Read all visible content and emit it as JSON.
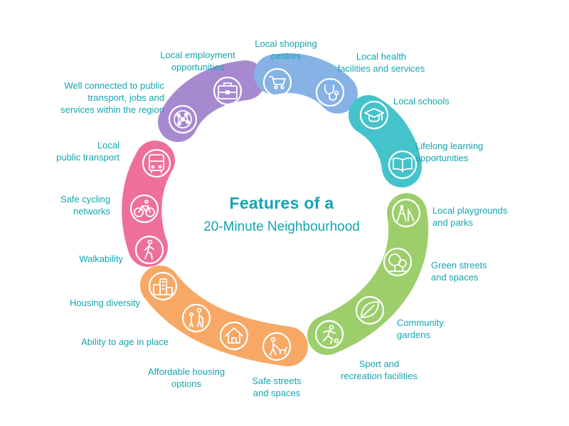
{
  "title": {
    "line1": "Features of a",
    "line2": "20-Minute Neighbourhood"
  },
  "colors": {
    "text": "#12a6b0",
    "purple": "#a689cf",
    "blue": "#86b2e6",
    "teal": "#45c3cb",
    "green": "#9ccf6c",
    "orange": "#f7a864",
    "pink": "#ee6f98"
  },
  "segments": [
    {
      "name": "purple",
      "color": "#a689cf"
    },
    {
      "name": "blue",
      "color": "#86b2e6"
    },
    {
      "name": "teal",
      "color": "#45c3cb"
    },
    {
      "name": "green",
      "color": "#9ccf6c"
    },
    {
      "name": "orange",
      "color": "#f7a864"
    },
    {
      "name": "pink",
      "color": "#ee6f98"
    }
  ],
  "features": [
    {
      "label": "Local shopping\ncentres",
      "icon": "shopping-cart-icon"
    },
    {
      "label": "Local health\nfacilities and services",
      "icon": "stethoscope-icon"
    },
    {
      "label": "Local schools",
      "icon": "graduation-cap-icon"
    },
    {
      "label": "Lifelong learning\nopportunities",
      "icon": "open-book-icon"
    },
    {
      "label": "Local playgrounds\nand parks",
      "icon": "playground-icon"
    },
    {
      "label": "Green streets\nand spaces",
      "icon": "trees-icon"
    },
    {
      "label": "Community\ngardens",
      "icon": "leaf-icon"
    },
    {
      "label": "Sport and\nrecreation facilities",
      "icon": "runner-icon"
    },
    {
      "label": "Safe streets\nand spaces",
      "icon": "dog-walker-icon"
    },
    {
      "label": "Affordable housing\noptions",
      "icon": "house-icon"
    },
    {
      "label": "Ability to age in place",
      "icon": "elderly-person-icon"
    },
    {
      "label": "Housing diversity",
      "icon": "buildings-icon"
    },
    {
      "label": "Walkability",
      "icon": "walking-person-icon"
    },
    {
      "label": "Safe cycling\nnetworks",
      "icon": "bicycle-icon"
    },
    {
      "label": "Local\npublic transport",
      "icon": "bus-icon"
    },
    {
      "label": "Well connected to public\ntransport, jobs and\nservices within the region",
      "icon": "network-icon"
    },
    {
      "label": "Local employment\nopportunities",
      "icon": "briefcase-icon"
    }
  ]
}
